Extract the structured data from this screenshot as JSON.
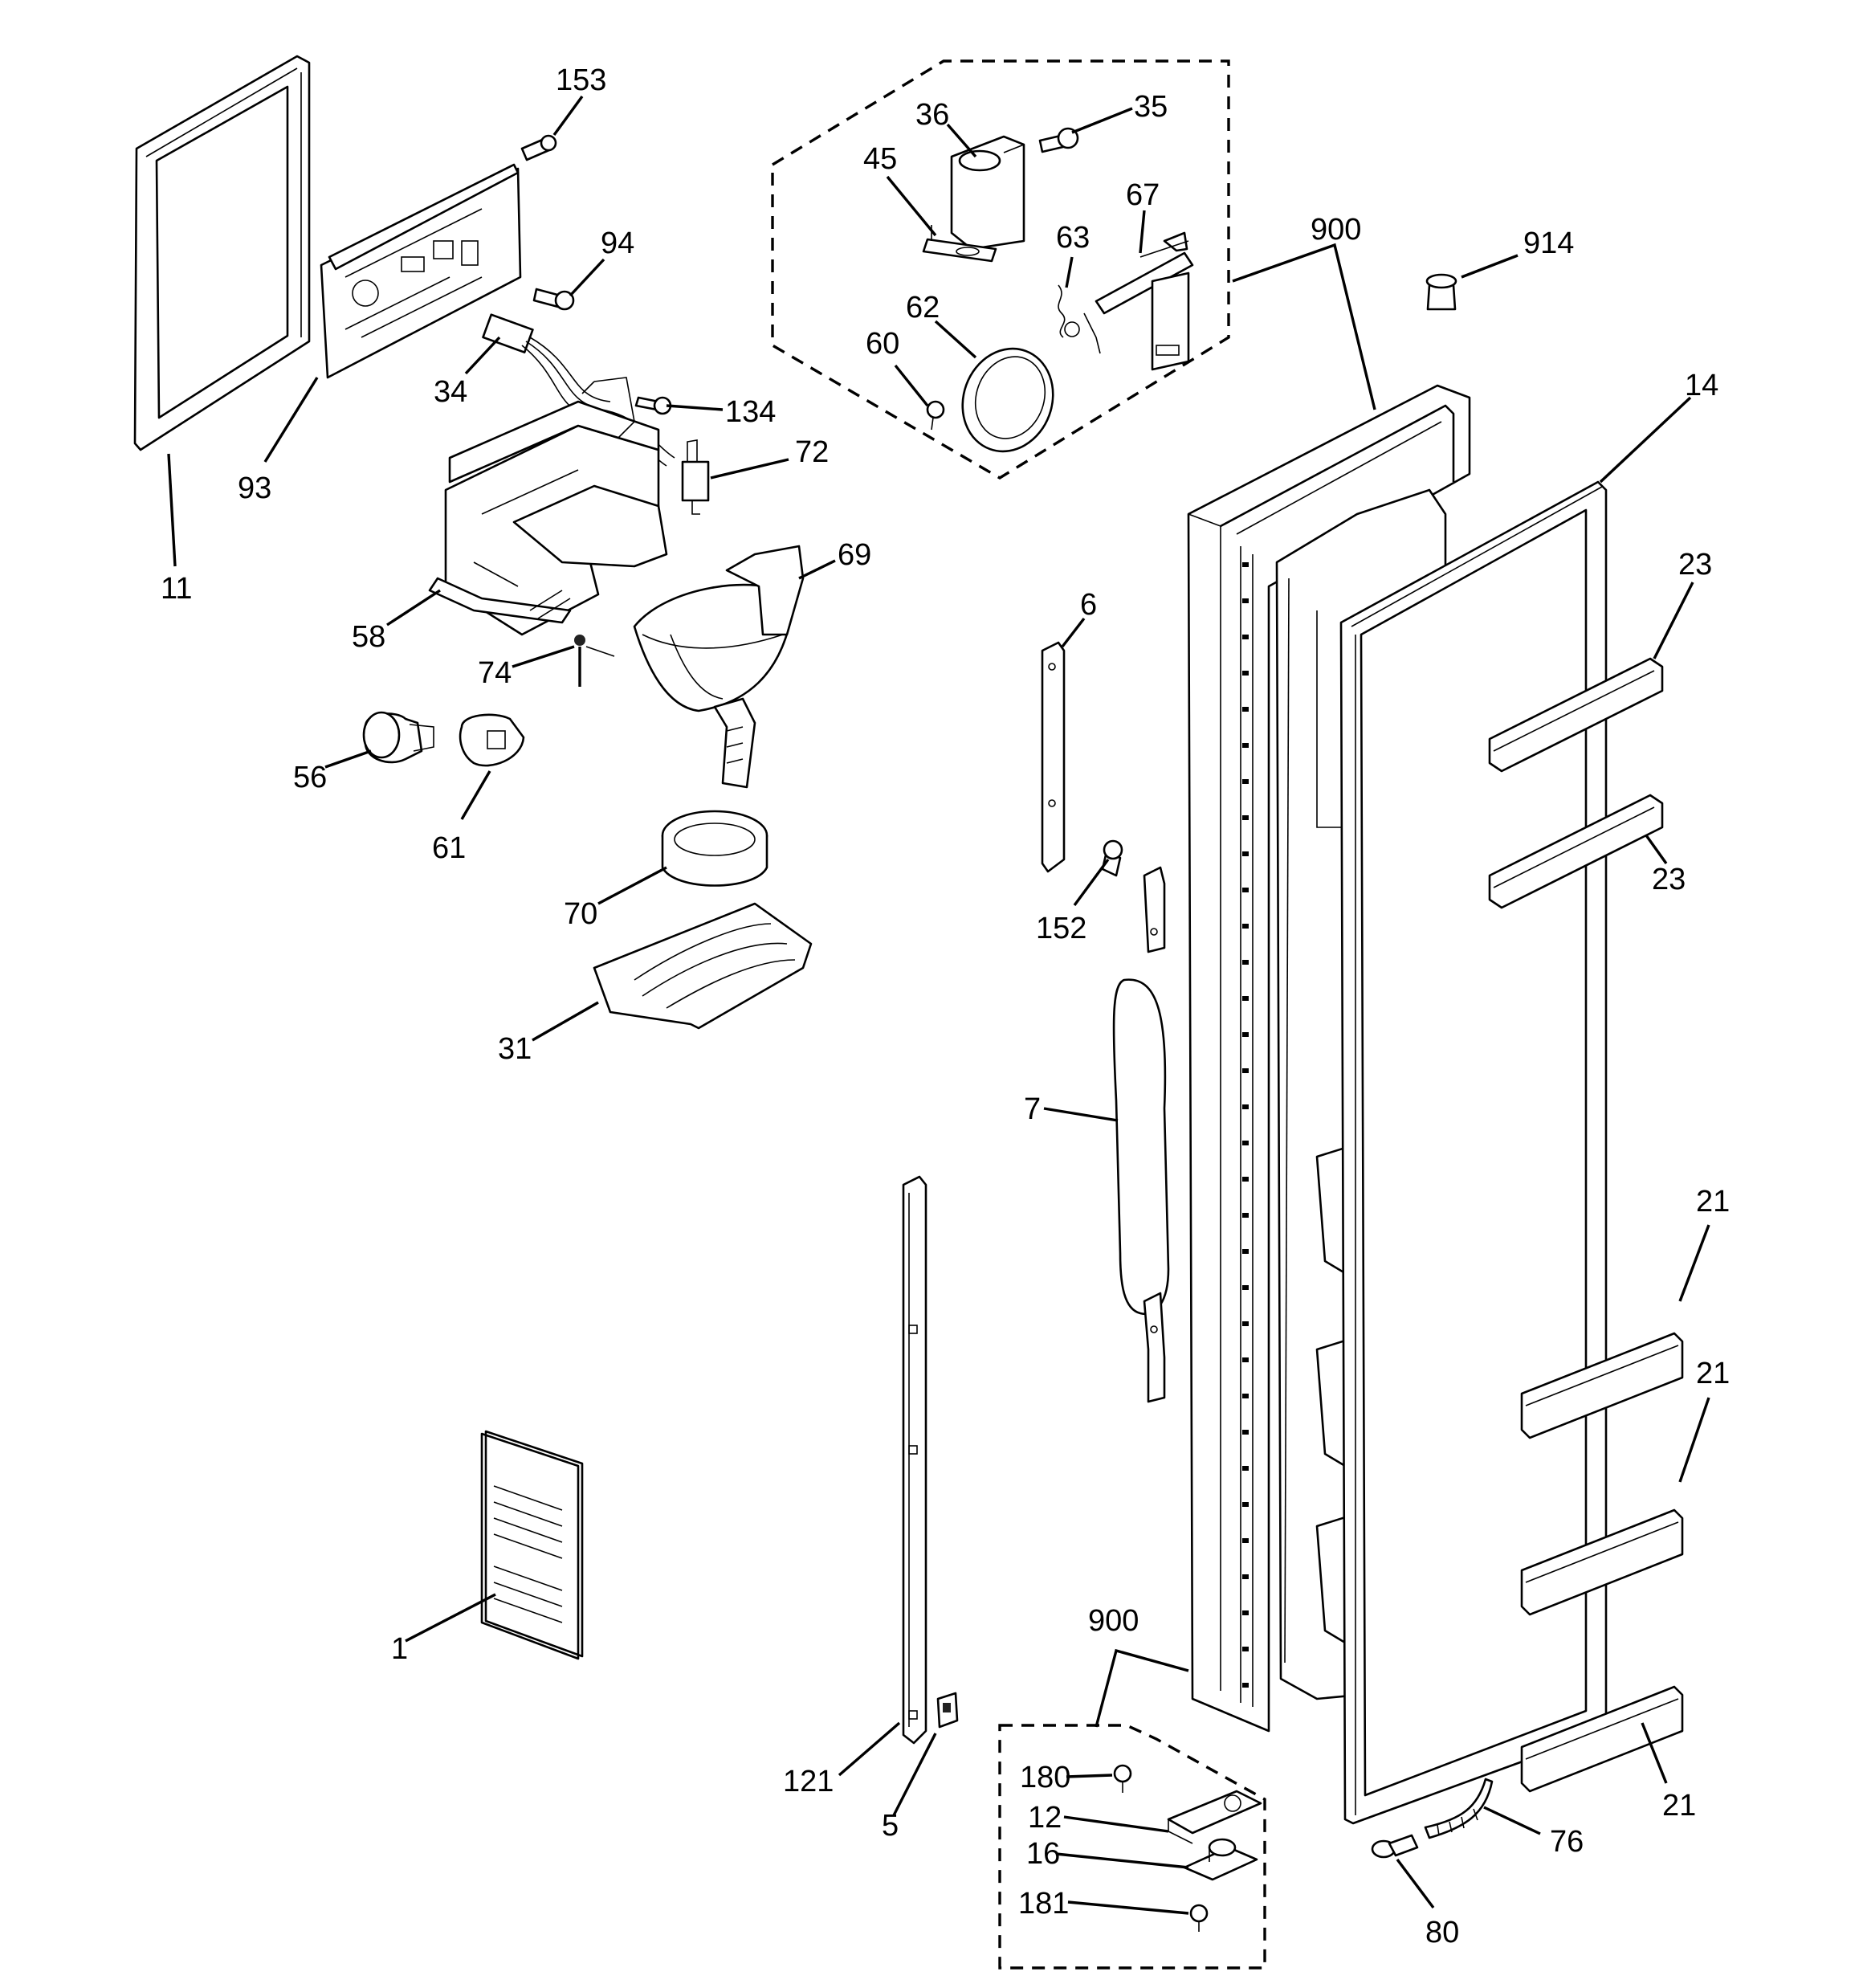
{
  "callouts": [
    {
      "id": "c153",
      "text": "153"
    },
    {
      "id": "c35",
      "text": "35"
    },
    {
      "id": "c36",
      "text": "36"
    },
    {
      "id": "c45",
      "text": "45"
    },
    {
      "id": "c67",
      "text": "67"
    },
    {
      "id": "c63",
      "text": "63"
    },
    {
      "id": "c62",
      "text": "62"
    },
    {
      "id": "c60",
      "text": "60"
    },
    {
      "id": "c94",
      "text": "94"
    },
    {
      "id": "c34",
      "text": "34"
    },
    {
      "id": "c134",
      "text": "134"
    },
    {
      "id": "c93",
      "text": "93"
    },
    {
      "id": "c11",
      "text": "11"
    },
    {
      "id": "c72",
      "text": "72"
    },
    {
      "id": "c69",
      "text": "69"
    },
    {
      "id": "c58",
      "text": "58"
    },
    {
      "id": "c74",
      "text": "74"
    },
    {
      "id": "c56",
      "text": "56"
    },
    {
      "id": "c61",
      "text": "61"
    },
    {
      "id": "c70",
      "text": "70"
    },
    {
      "id": "c31",
      "text": "31"
    },
    {
      "id": "c900a",
      "text": "900"
    },
    {
      "id": "c914",
      "text": "914"
    },
    {
      "id": "c14",
      "text": "14"
    },
    {
      "id": "c23a",
      "text": "23"
    },
    {
      "id": "c23b",
      "text": "23"
    },
    {
      "id": "c6",
      "text": "6"
    },
    {
      "id": "c152",
      "text": "152"
    },
    {
      "id": "c7",
      "text": "7"
    },
    {
      "id": "c21a",
      "text": "21"
    },
    {
      "id": "c21b",
      "text": "21"
    },
    {
      "id": "c21c",
      "text": "21"
    },
    {
      "id": "c1",
      "text": "1"
    },
    {
      "id": "c121",
      "text": "121"
    },
    {
      "id": "c5",
      "text": "5"
    },
    {
      "id": "c900b",
      "text": "900"
    },
    {
      "id": "c180",
      "text": "180"
    },
    {
      "id": "c12",
      "text": "12"
    },
    {
      "id": "c16",
      "text": "16"
    },
    {
      "id": "c181",
      "text": "181"
    },
    {
      "id": "c76",
      "text": "76"
    },
    {
      "id": "c80",
      "text": "80"
    }
  ]
}
